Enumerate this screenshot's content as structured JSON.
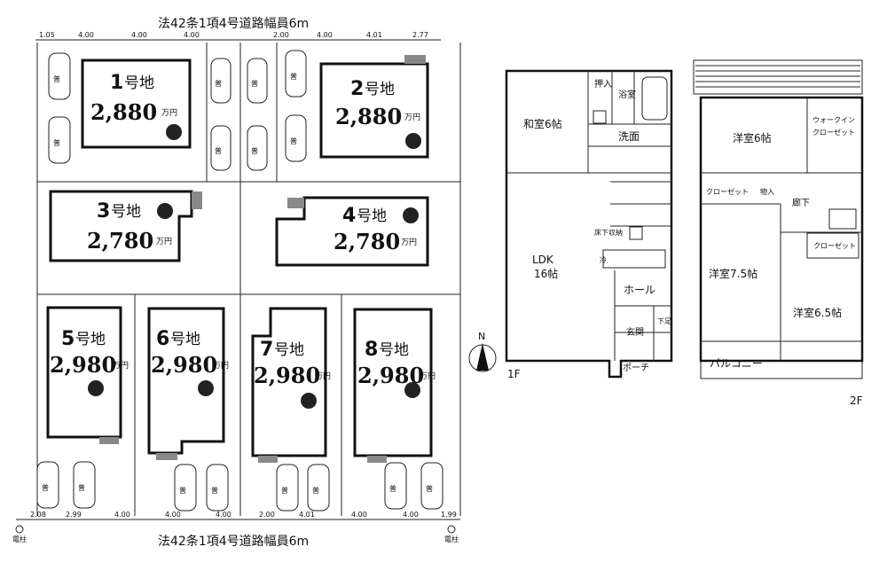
{
  "road_top": "法42条1項4号道路幅員6m",
  "road_bottom": "法42条1項4号道路幅員6m",
  "top_dims": [
    "1.05",
    "4.00",
    "4.00",
    "4.00",
    "2.00",
    "4.00",
    "4.01",
    "2.77"
  ],
  "bottom_dims": [
    "2.08",
    "2.99",
    "4.00",
    "4.00",
    "4.00",
    "2.00",
    "4.01",
    "4.00",
    "4.00",
    "1.99"
  ],
  "pole_label": "電柱",
  "parking_label": "普",
  "yen_unit": "万円",
  "lots": [
    {
      "no": "1",
      "suffix": "号地",
      "price": "2,880"
    },
    {
      "no": "2",
      "suffix": "号地",
      "price": "2,880"
    },
    {
      "no": "3",
      "suffix": "号地",
      "price": "2,780"
    },
    {
      "no": "4",
      "suffix": "号地",
      "price": "2,780"
    },
    {
      "no": "5",
      "suffix": "号地",
      "price": "2,980"
    },
    {
      "no": "6",
      "suffix": "号地",
      "price": "2,980"
    },
    {
      "no": "7",
      "suffix": "号地",
      "price": "2,980"
    },
    {
      "no": "8",
      "suffix": "号地",
      "price": "2,980"
    }
  ],
  "compass": "N",
  "floor1": {
    "label": "1F",
    "rooms": {
      "washitsu": "和室6帖",
      "oshiire": "押入",
      "bath": "浴室",
      "washroom": "洗面",
      "ldk_a": "LDK",
      "ldk_b": "16帖",
      "underfloor": "床下収納",
      "fridge": "冷",
      "hall": "ホール",
      "genkan": "玄関",
      "shoebox": "下足",
      "porch": "ポーチ"
    }
  },
  "floor2": {
    "label": "2F",
    "rooms": {
      "yoshitsu6": "洋室6帖",
      "walkin_a": "ウォークイン",
      "walkin_b": "クローゼット",
      "closet1": "クローゼット",
      "monoire": "物入",
      "corridor": "廊下",
      "closet2": "クローゼット",
      "yoshitsu75": "洋室7.5帖",
      "yoshitsu65": "洋室6.5帖",
      "balcony": "バルコニー"
    }
  }
}
